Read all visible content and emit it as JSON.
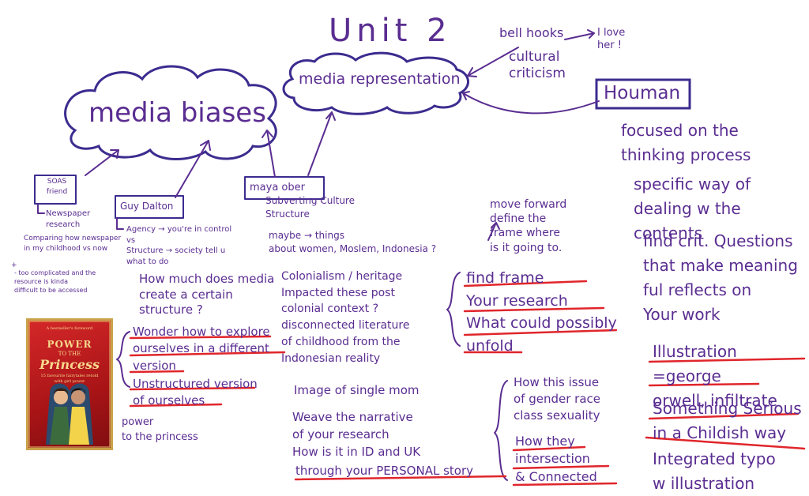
{
  "title": "Unit 2",
  "clouds": {
    "biases": "media biases",
    "representation": "media representation"
  },
  "top_right": {
    "bell_hooks": "bell hooks",
    "cultural": "cultural\ncriticism",
    "love": "I love\nher !",
    "houman": "Houman"
  },
  "houman_notes": {
    "focused": "focused on the\nthinking process",
    "specific": "specific way of\ndealing w the contents",
    "findcrit": "find crit. Questions\nthat make meaning\nful  reflects on\nYour work",
    "illustration": "Illustration =george\norwell, infiltrate",
    "something": "Something Serious\nin a Childish way",
    "integrated": "Integrated typo\nw illustration"
  },
  "soas": {
    "label": "SOAS\nfriend",
    "newspaper": "Newspaper\nresearch",
    "comparing": "Comparing how newspaper\nin my childhood vs now",
    "plus": "+",
    "toocomplicated": "- too complicated and the\nresource is kinda\ndifficult to be accessed"
  },
  "guy": {
    "label": "Guy Dalton",
    "agency": "Agency → you're in control\nvs\nStructure → society tell u\nwhat to do",
    "howmuch": "How much does media\ncreate a certain\nstructure ?"
  },
  "maya": {
    "label": "maya ober",
    "subverting": "Subverting Culture\nStructure",
    "maybe": "maybe → things\nabout women, Moslem, Indonesia ?",
    "colonialism": "Colonialism / heritage\nImpacted these post\ncolonial context ?\ndisconnected literature\nof childhood from the\nIndonesian reality",
    "image": "Image of single mom",
    "weave": "Weave the narrative\nof your research\nHow is it in ID and UK",
    "through": "through your PERSONAL story"
  },
  "princess_notes": {
    "wonder": "Wonder how to explore\nourselves in a different\nversion",
    "unstructured": "Unstructured version\nof ourselves",
    "power": "power\nto the princess"
  },
  "frame": {
    "moveforward": "move forward\ndefine the\nframe where\nis it going to.",
    "findframe": "find frame\nYour research\nWhat could possibly\nunfold"
  },
  "issues": {
    "text": "How this issue\nof gender race\nclass sexuality",
    "how": "How they\nintersection\n& Connected"
  },
  "book": {
    "tag": "A bestseller's foreword",
    "title_line1": "POWER",
    "title_line2": "TO THE",
    "title_line3": "Princess",
    "subtitle": "15 favourite fairytales retold\nwith girl power"
  },
  "colors": {
    "ink": "#5a2d91",
    "cloud_ink": "#3b2c8f",
    "underline": "#e0262b",
    "book": "#c01e21"
  }
}
